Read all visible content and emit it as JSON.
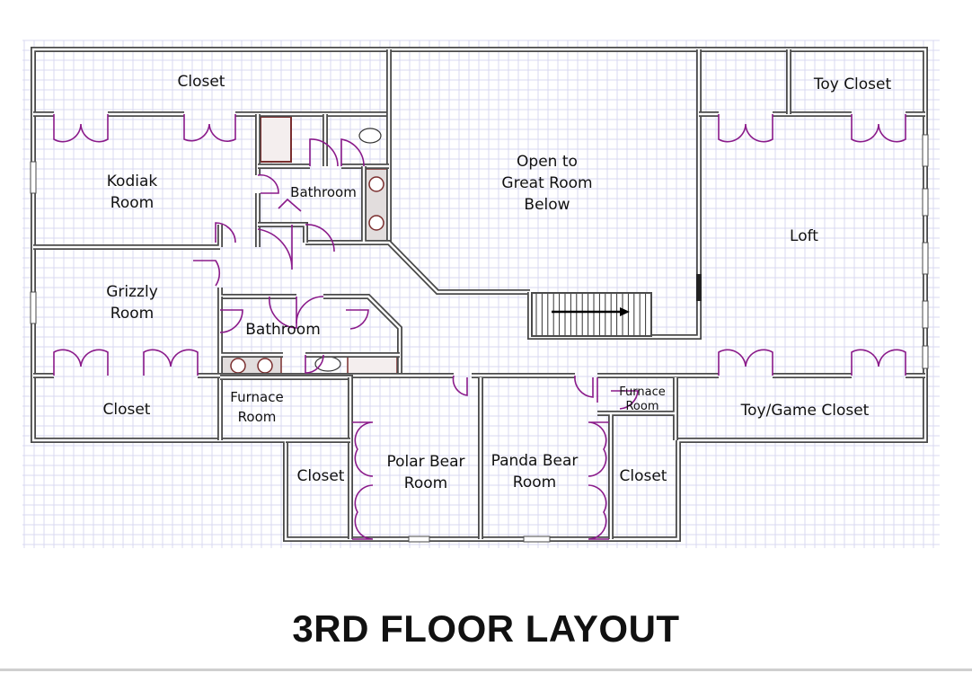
{
  "title": "3RD FLOOR LAYOUT",
  "colors": {
    "wall": "#4a4a4a",
    "door": "#8a1a8a",
    "grid": "#d9d9f0",
    "fixture": "#7a2e2e"
  },
  "rooms": {
    "closet_top": "Closet",
    "toy_closet": "Toy Closet",
    "kodiak_1": "Kodiak",
    "kodiak_2": "Room",
    "bathroom_upper": "Bathroom",
    "open_1": "Open to",
    "open_2": "Great Room",
    "open_3": "Below",
    "loft": "Loft",
    "grizzly_1": "Grizzly",
    "grizzly_2": "Room",
    "bathroom_lower": "Bathroom",
    "closet_left": "Closet",
    "furnace_left_1": "Furnace",
    "furnace_left_2": "Room",
    "furnace_right_1": "Furnace",
    "furnace_right_2": "Room",
    "toy_game_closet": "Toy/Game Closet",
    "closet_polar": "Closet",
    "polar_1": "Polar Bear",
    "polar_2": "Room",
    "panda_1": "Panda Bear",
    "panda_2": "Room",
    "closet_panda": "Closet"
  }
}
